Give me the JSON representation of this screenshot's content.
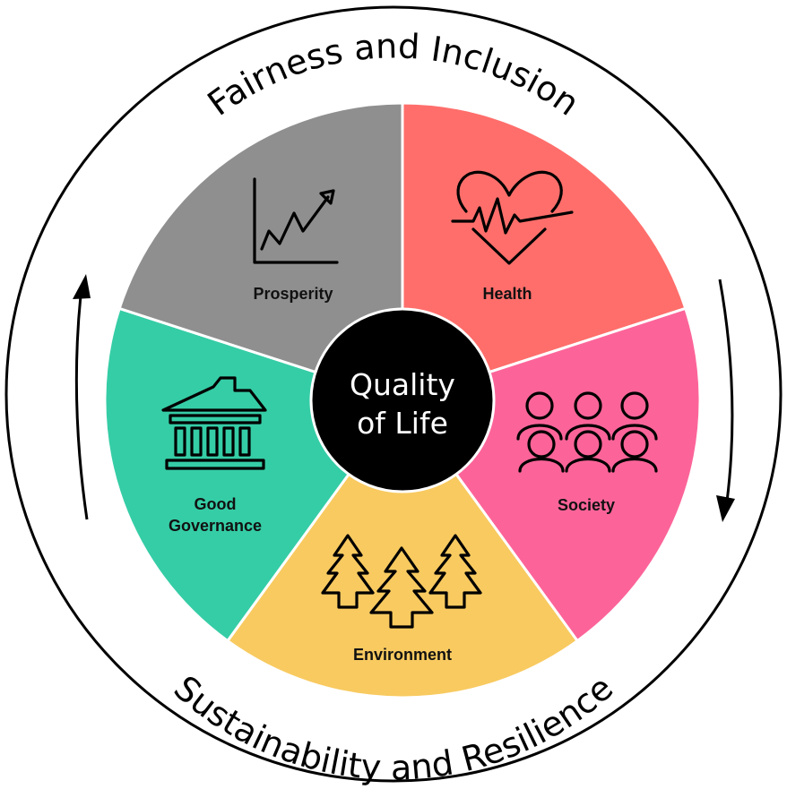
{
  "ring": {
    "top_text": "Fairness and Inclusion",
    "bottom_text": "Sustainability and Resilience"
  },
  "center": {
    "line1": "Quality",
    "line2": "of Life",
    "color": "#000000"
  },
  "segments": [
    {
      "id": "prosperity",
      "label_lines": [
        "Prosperity"
      ],
      "color": "#FF6E6B",
      "icon": "line-chart-arrow-icon"
    },
    {
      "id": "health",
      "label_lines": [
        "Health"
      ],
      "color": "#FC6499",
      "icon": "heartbeat-icon"
    },
    {
      "id": "society",
      "label_lines": [
        "Society"
      ],
      "color": "#F8CA60",
      "icon": "people-group-icon"
    },
    {
      "id": "environment",
      "label_lines": [
        "Environment"
      ],
      "color": "#35CDA6",
      "icon": "pine-trees-icon"
    },
    {
      "id": "governance",
      "label_lines": [
        "Good",
        "Governance"
      ],
      "color": "#8F8F8F",
      "icon": "government-building-icon"
    }
  ],
  "arrows": {
    "left": "arrow-up-icon",
    "right": "arrow-down-icon"
  }
}
